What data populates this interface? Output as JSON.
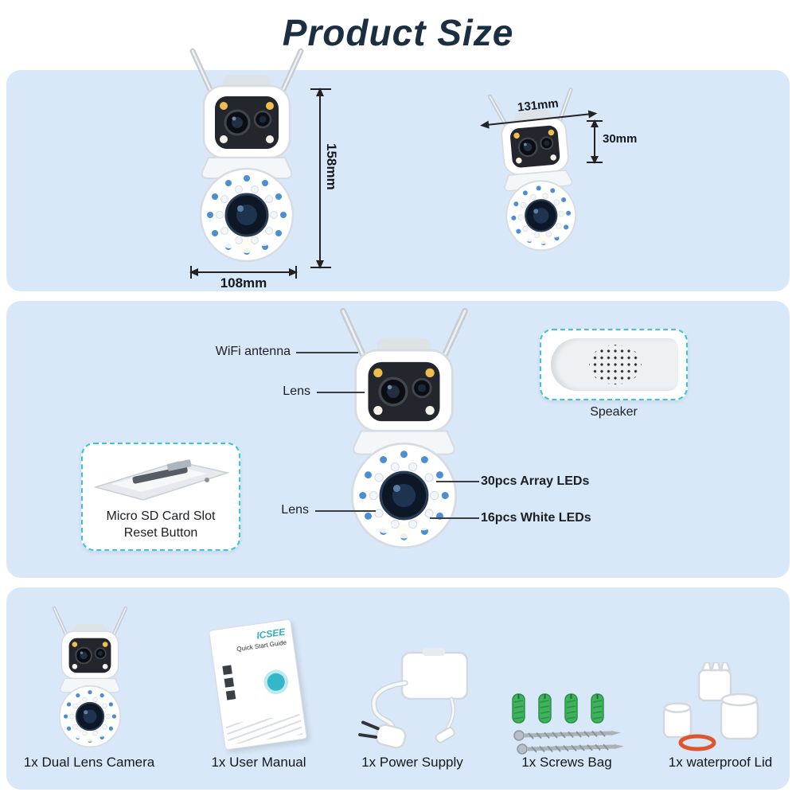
{
  "title": "Product Size",
  "size_panel": {
    "height": "158mm",
    "width": "108mm",
    "length": "131mm",
    "depth": "30mm"
  },
  "features_panel": {
    "wifi_antenna": "WiFi antenna",
    "lens_top": "Lens",
    "lens_bottom": "Lens",
    "speaker": "Speaker",
    "sd_slot": "Micro SD Card Slot",
    "reset_button": "Reset Button",
    "array_leds": "30pcs Array LEDs",
    "white_leds": "16pcs White LEDs"
  },
  "manual": {
    "brand": "ICSEE",
    "title": "Quick Start Guide"
  },
  "package_panel": {
    "items": [
      "1x Dual Lens Camera",
      "1x User Manual",
      "1x Power Supply",
      "1x Screws Bag",
      "1x waterproof Lid"
    ]
  },
  "colors": {
    "panel_background": "#d9e8f8",
    "dashed_accent": "#3bc4d6",
    "title_color": "#1c2e41",
    "led_blue": "#4a8fd4",
    "anchor_green": "#3eb25c",
    "oring_orange": "#e0552e"
  }
}
